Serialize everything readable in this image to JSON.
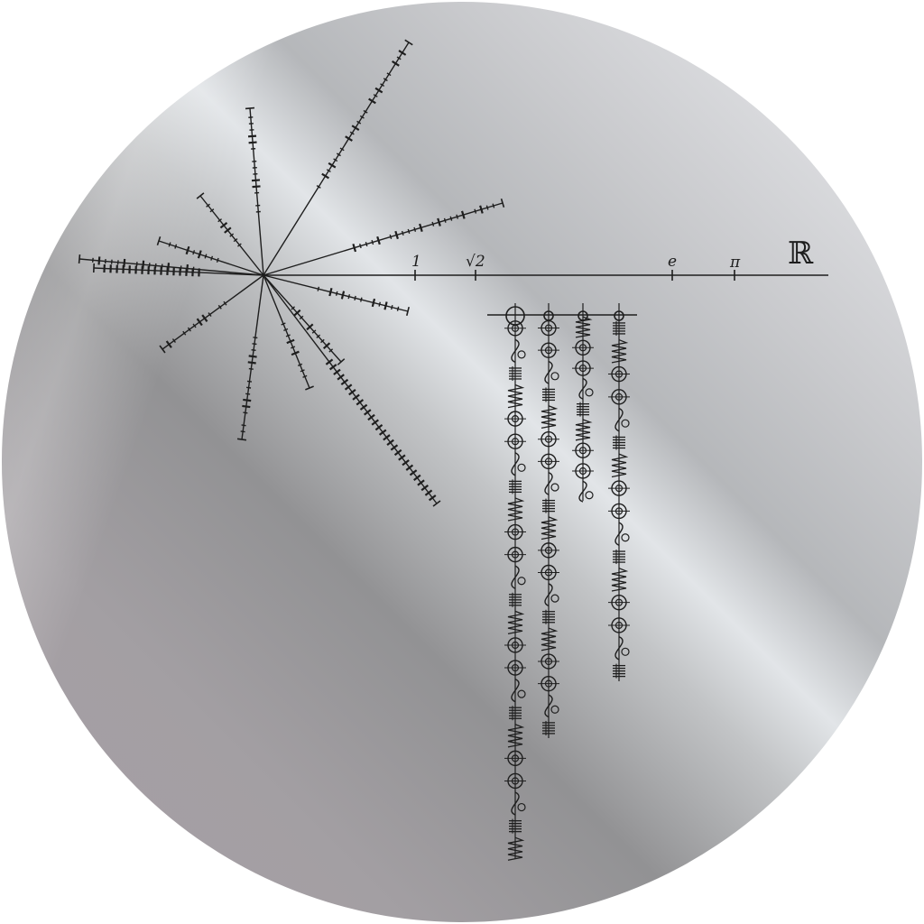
{
  "disc": {
    "colors": {
      "highlight": "#e6e8ec",
      "mid": "#b8babc",
      "dark": "#929294",
      "rose": "#a79da3",
      "ink": "#1e1e1e"
    }
  },
  "number_line": {
    "labels": [
      "1",
      "√2",
      "e",
      "π"
    ],
    "set_symbol": "ℝ"
  },
  "pulsar_map": {
    "line_count": 14
  },
  "glyph_columns": {
    "column_count": 4
  }
}
